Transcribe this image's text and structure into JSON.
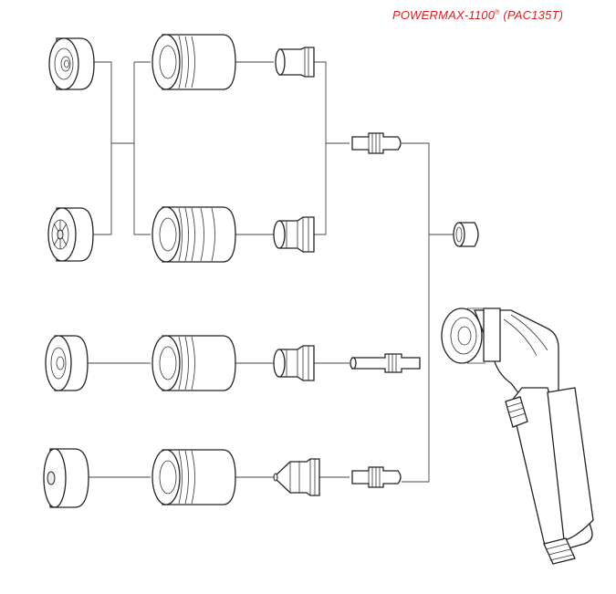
{
  "title": {
    "model": "POWERMAX-1100",
    "trademark": "®",
    "torch": "(PAC135T)",
    "color": "#d42027"
  },
  "parts": [
    {
      "name": "shield-drag",
      "type": "shield"
    },
    {
      "name": "shield-standard",
      "type": "shield"
    },
    {
      "name": "deflector-cup",
      "type": "shield"
    },
    {
      "name": "gouging-shield",
      "type": "shield"
    },
    {
      "name": "retaining-cap-1",
      "type": "retaining-cap"
    },
    {
      "name": "retaining-cap-2",
      "type": "retaining-cap"
    },
    {
      "name": "retaining-cap-3",
      "type": "retaining-cap"
    },
    {
      "name": "retaining-cap-4",
      "type": "retaining-cap"
    },
    {
      "name": "nozzle-1",
      "type": "nozzle"
    },
    {
      "name": "nozzle-2",
      "type": "nozzle"
    },
    {
      "name": "nozzle-3",
      "type": "nozzle"
    },
    {
      "name": "nozzle-4",
      "type": "nozzle"
    },
    {
      "name": "electrode-1",
      "type": "electrode"
    },
    {
      "name": "electrode-2",
      "type": "electrode"
    },
    {
      "name": "electrode-3",
      "type": "electrode"
    },
    {
      "name": "swirl-ring",
      "type": "swirl-ring"
    },
    {
      "name": "torch-body",
      "type": "torch"
    }
  ]
}
